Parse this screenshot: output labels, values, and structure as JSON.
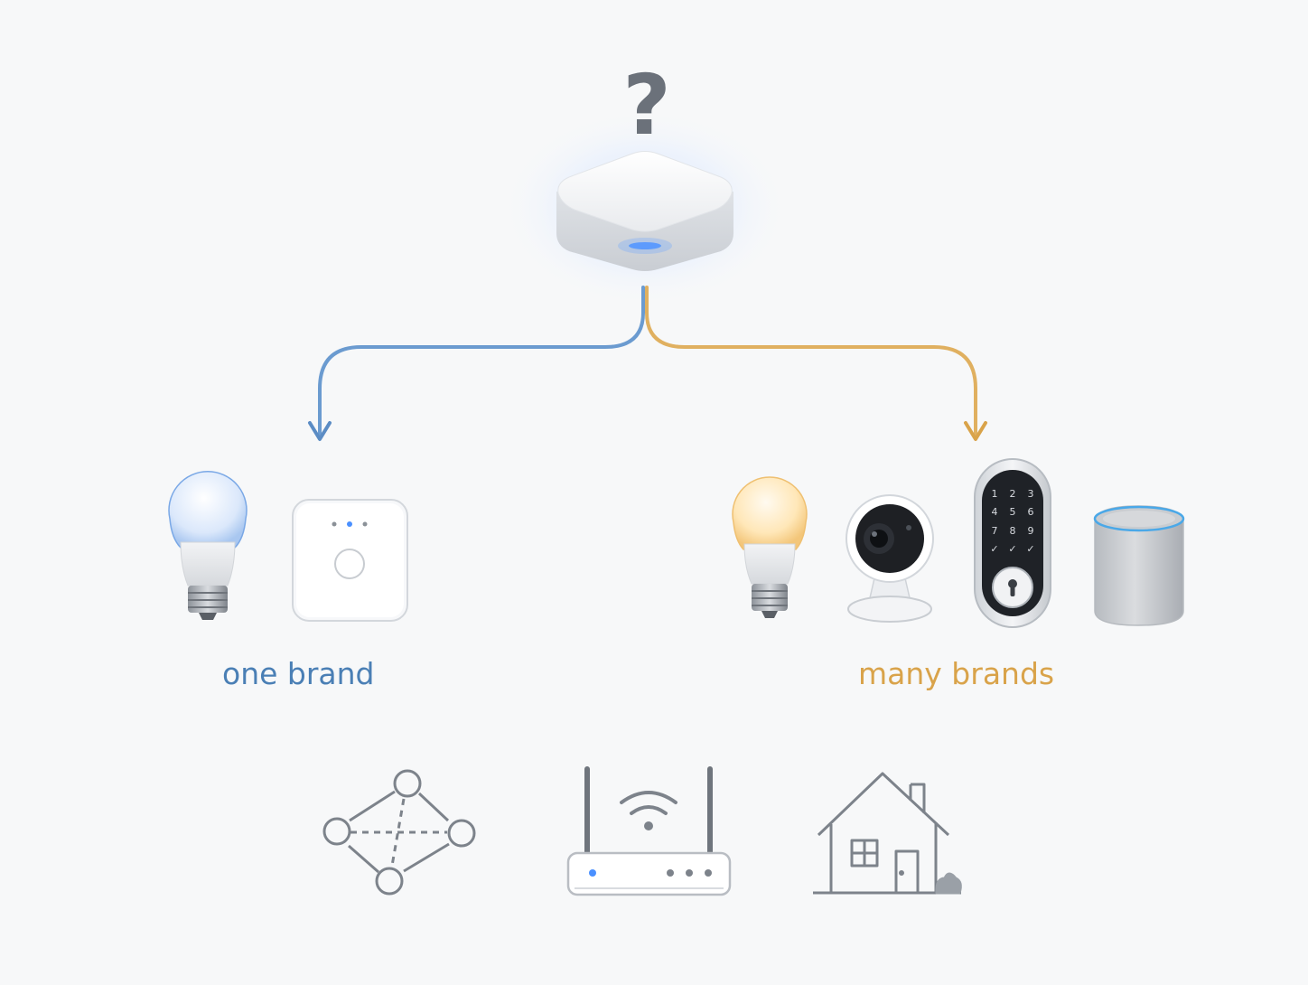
{
  "hub": {
    "question_mark": "?",
    "icon": "smart-hub-icon"
  },
  "branches": {
    "one_brand": {
      "label": "one brand",
      "color": "#4a7fb5"
    },
    "many_brands": {
      "label": "many brands",
      "color": "#d9a34a"
    }
  },
  "one_brand_devices": [
    "smart-bulb-icon",
    "bridge-icon"
  ],
  "many_brand_devices": [
    "smart-bulb-icon",
    "security-camera-icon",
    "keypad-lock-icon",
    "smart-speaker-icon"
  ],
  "keypad": {
    "keys": [
      "1",
      "2",
      "3",
      "4",
      "5",
      "6",
      "7",
      "8",
      "9",
      "✓",
      "✓",
      "✓"
    ]
  },
  "bottom_icons": [
    "mesh-network-icon",
    "wifi-router-icon",
    "house-icon"
  ],
  "colors": {
    "background": "#f7f8f9",
    "icon_gray": "#7d838b",
    "hub_glow": "#3d8bff"
  }
}
